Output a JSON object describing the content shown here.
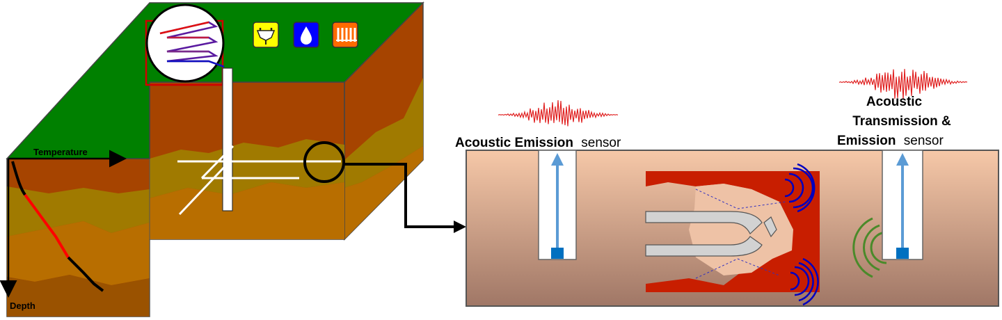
{
  "left_block": {
    "axis_temperature": "Temperature",
    "axis_depth": "Depth",
    "icons": [
      "plug-icon",
      "water-drop-icon",
      "radiator-icon"
    ],
    "colors": {
      "surface": "#008000",
      "soil_top": "#a64400",
      "soil_mid": "#a07a00",
      "soil_low": "#b86e00",
      "soil_bottom": "#9a5200",
      "temperature_curve_hot": "#ff0000",
      "temperature_curve": "#000000",
      "icon_plug_bg": "#ffff00",
      "icon_drop_bg": "#0000ff",
      "icon_radiator_bg": "#ff6a00"
    }
  },
  "right_block": {
    "left_sensor_label_bold": "Acoustic Emission",
    "left_sensor_label_regular": "sensor",
    "right_sensor_label_line1": "Acoustic",
    "right_sensor_label_line2": "Transmission &",
    "right_sensor_label_line3_bold": "Emission",
    "right_sensor_label_line3_regular": "sensor",
    "colors": {
      "rock_top": "#f6c8a8",
      "rock_bottom": "#a07766",
      "fracture_zone": "#c81e00",
      "borehole_fill": "#d2d2d2",
      "sensor_arrow": "#5b9bd5",
      "sensor_base": "#0070c0",
      "emission_waves": "#0000c0",
      "transmission_waves": "#4a8a2a",
      "waveform": "#e02020"
    }
  }
}
